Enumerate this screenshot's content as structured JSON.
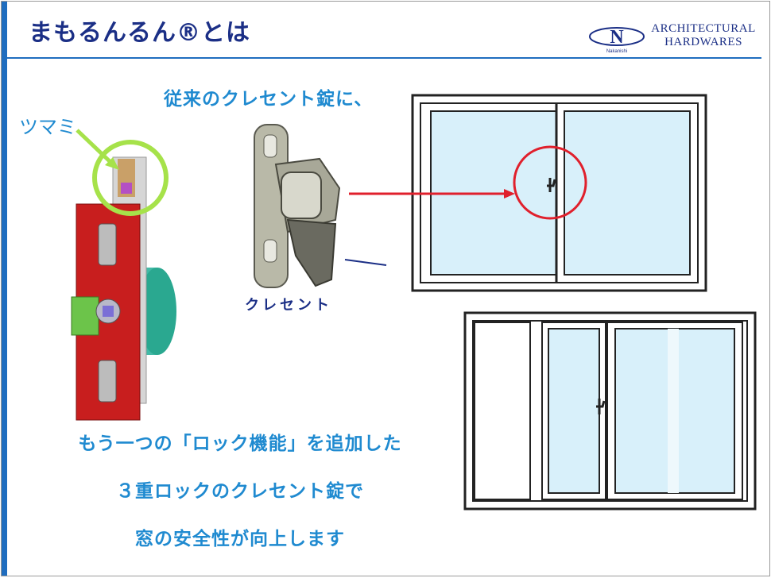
{
  "slide": {
    "title": "まもるんるん®とは",
    "brand": {
      "logo_letter": "N",
      "logo_sub": "Nakanishi",
      "line1": "ARCHITECTURAL",
      "line2": "HARDWARES"
    },
    "caption_top": "従来のクレセント錠に、",
    "tsumami_label": "ツマミ",
    "crescent_label": "クレセント",
    "bottom_lines": [
      "もう一つの「ロック機能」を追加した",
      "３重ロックのクレセント錠で",
      "窓の安全性が向上します"
    ]
  },
  "colors": {
    "header_blue": "#1f6dbf",
    "title_navy": "#1b2f86",
    "caption_blue": "#1f8ad0",
    "highlight_green": "#a6e24a",
    "annotation_red": "#e0202c",
    "lock_red": "#c81e1e"
  }
}
